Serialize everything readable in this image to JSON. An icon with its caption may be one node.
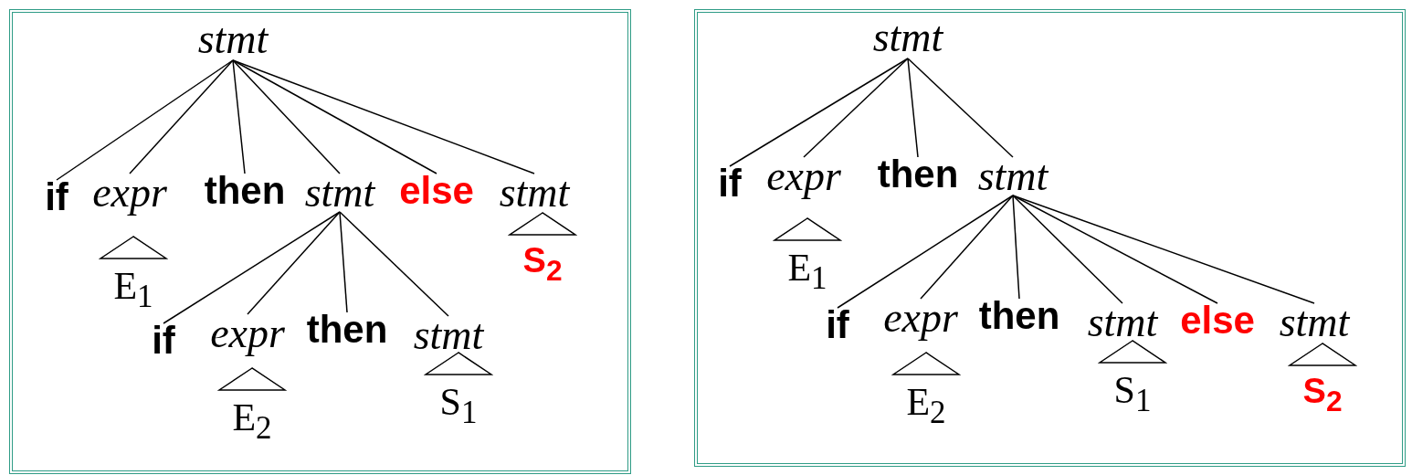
{
  "diagram": {
    "nodes": [
      {
        "text": [],
        "shape": "box"
      },
      {
        "text": [
          "stmt"
        ],
        "in": 0
      },
      {
        "text": [
          "if"
        ],
        "in": 0
      },
      {
        "text": [
          "expr"
        ],
        "in": 0
      },
      {
        "text": [
          "then"
        ],
        "in": 0
      },
      {
        "text": [
          "stmt"
        ],
        "in": 0
      },
      {
        "text": [
          "else"
        ],
        "in": 0
      },
      {
        "text": [
          "stmt"
        ],
        "in": 0
      },
      {
        "text": [
          "E$_{1}$"
        ],
        "in": 0
      },
      {
        "text": [
          "S$_{2}$"
        ],
        "in": 0
      },
      {
        "text": [
          "if"
        ],
        "in": 0
      },
      {
        "text": [
          "expr"
        ],
        "in": 0
      },
      {
        "text": [
          "then"
        ],
        "in": 0
      },
      {
        "text": [
          "stmt"
        ],
        "in": 0
      },
      {
        "text": [
          "E$_{2}$"
        ],
        "in": 0
      },
      {
        "text": [
          "S$_{1}$"
        ],
        "in": 0
      },
      {
        "text": [],
        "shape": "box"
      },
      {
        "text": [
          "stmt"
        ],
        "in": 16
      },
      {
        "text": [
          "if"
        ],
        "in": 16
      },
      {
        "text": [
          "expr"
        ],
        "in": 16
      },
      {
        "text": [
          "then"
        ],
        "in": 16
      },
      {
        "text": [
          "stmt"
        ],
        "in": 16
      },
      {
        "text": [
          "E$_{1}$"
        ],
        "in": 16
      },
      {
        "text": [
          "if"
        ],
        "in": 16
      },
      {
        "text": [
          "expr"
        ],
        "in": 16
      },
      {
        "text": [
          "then"
        ],
        "in": 16
      },
      {
        "text": [
          "stmt"
        ],
        "in": 16
      },
      {
        "text": [
          "else"
        ],
        "in": 16
      },
      {
        "text": [
          "stmt"
        ],
        "in": 16
      },
      {
        "text": [
          "E$_{2}$"
        ],
        "in": 16
      },
      {
        "text": [
          "S$_{1}$"
        ],
        "in": 16
      },
      {
        "text": [
          "S$_{2}$"
        ],
        "in": 16
      }
    ],
    "edges": [
      {
        "from": 1,
        "to": 2,
        "arrow": "none"
      },
      {
        "from": 1,
        "to": 3,
        "arrow": "none"
      },
      {
        "from": 1,
        "to": 4,
        "arrow": "none"
      },
      {
        "from": 1,
        "to": 5,
        "arrow": "none"
      },
      {
        "from": 1,
        "to": 6,
        "arrow": "none"
      },
      {
        "from": 1,
        "to": 7,
        "arrow": "none"
      },
      {
        "from": 5,
        "to": 10,
        "arrow": "none"
      },
      {
        "from": 5,
        "to": 11,
        "arrow": "none"
      },
      {
        "from": 5,
        "to": 12,
        "arrow": "none"
      },
      {
        "from": 5,
        "to": 13,
        "arrow": "none"
      },
      {
        "from": 17,
        "to": 18,
        "arrow": "none"
      },
      {
        "from": 17,
        "to": 19,
        "arrow": "none"
      },
      {
        "from": 17,
        "to": 20,
        "arrow": "none"
      },
      {
        "from": 17,
        "to": 21,
        "arrow": "none"
      },
      {
        "from": 21,
        "to": 23,
        "arrow": "none"
      },
      {
        "from": 21,
        "to": 24,
        "arrow": "none"
      },
      {
        "from": 21,
        "to": 25,
        "arrow": "none"
      },
      {
        "from": 21,
        "to": 26,
        "arrow": "none"
      },
      {
        "from": 21,
        "to": 27,
        "arrow": "none"
      },
      {
        "from": 21,
        "to": 28,
        "arrow": "none"
      }
    ]
  }
}
